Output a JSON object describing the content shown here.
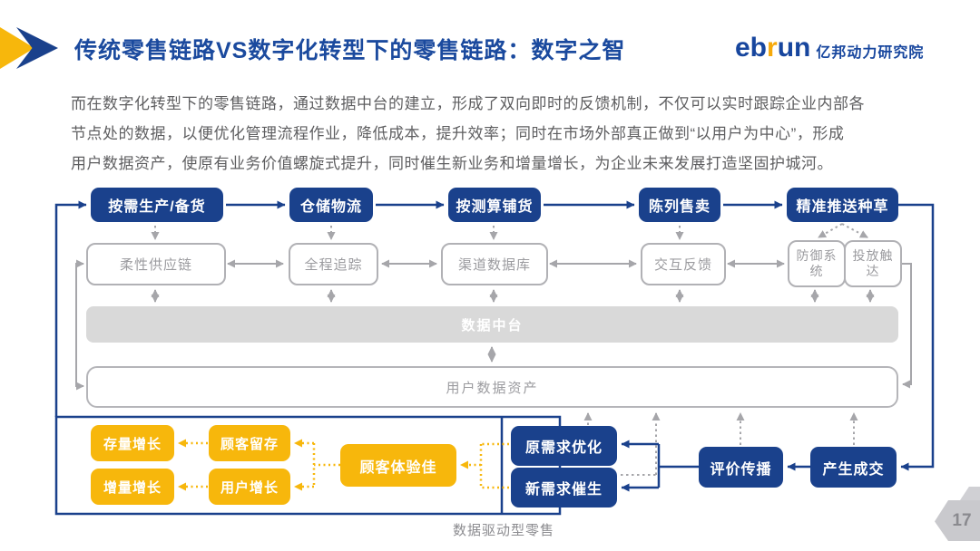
{
  "slide": {
    "title": "传统零售链路VS数字化转型下的零售链路：数字之智",
    "logo": {
      "brand_eb": "eb",
      "brand_r": "r",
      "brand_un": "un",
      "org_name": "亿邦动力研究院"
    },
    "intro_lines": [
      "而在数字化转型下的零售链路，通过数据中台的建立，形成了双向即时的反馈机制，不仅可以实时跟踪企业内部各",
      "节点处的数据，以便优化管理流程作业，降低成本，提升效率；同时在市场外部真正做到“以用户为中心”，形成",
      "用户数据资产，使原有业务价值螺旋式提升，同时催生新业务和增量增长，为企业未来发展打造坚固护城河。"
    ],
    "page_number": "17"
  },
  "diagram": {
    "top_row": [
      "按需生产/备货",
      "仓储物流",
      "按测算铺货",
      "陈列售卖",
      "精准推送种草"
    ],
    "capability_row": [
      "柔性供应链",
      "全程追踪",
      "渠道数据库",
      "交互反馈",
      "防御系统",
      "投放触达"
    ],
    "data_platform_label": "数据中台",
    "user_data_asset_label": "用户数据资产",
    "growth_boxes": [
      "存量增长",
      "顾客留存",
      "增量增长",
      "用户增长"
    ],
    "experience_box": "顾客体验佳",
    "demand_boxes": [
      "原需求优化",
      "新需求催生"
    ],
    "conversion_boxes": [
      "评价传播",
      "产生成交"
    ],
    "bottom_caption": "数据驱动型零售"
  },
  "colors": {
    "primary_blue": "#1A418C",
    "title_blue": "#1B4A9E",
    "accent_yellow": "#F7B70C",
    "gray_fill": "#D9D9D9",
    "gray_line": "#A6A6AA",
    "text_gray": "#9B9B9F"
  }
}
